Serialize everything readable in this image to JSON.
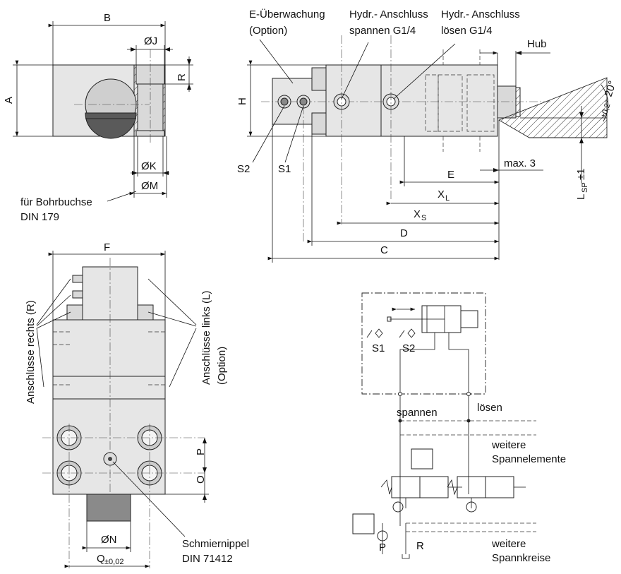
{
  "view_top_left": {
    "dim_B": "B",
    "dim_A": "A",
    "dim_R": "R",
    "dim_J": "ØJ",
    "dim_K": "ØK",
    "dim_M": "ØM",
    "note_line1": "für Bohrbuchse",
    "note_line2": "DIN 179"
  },
  "view_top_right": {
    "e_monitor_line1": "E-Überwachung",
    "e_monitor_line2": "(Option)",
    "hydr_clamp_line1": "Hydr.- Anschluss",
    "hydr_clamp_line2": "spannen G1/4",
    "hydr_release_line1": "Hydr.- Anschluss",
    "hydr_release_line2": "lösen G1/4",
    "dim_H": "H",
    "dim_hub": "Hub",
    "angle": "20°",
    "angle_tol": "±0,2°",
    "max3": "max. 3",
    "dim_lsp": "L",
    "dim_lsp_sub": "SP",
    "dim_lsp_tol": "±1",
    "s2": "S2",
    "s1": "S1",
    "dim_E": "E",
    "dim_XL": "X",
    "dim_XL_sub": "L",
    "dim_XS": "X",
    "dim_XS_sub": "S",
    "dim_D": "D",
    "dim_C": "C"
  },
  "view_bottom_left": {
    "dim_F": "F",
    "right_ports": "Anschlüsse rechts (R)",
    "left_ports_line1": "Anschlüsse links (L)",
    "left_ports_line2": "(Option)",
    "dim_P": "P",
    "dim_O": "O",
    "dim_N": "ØN",
    "dim_Q": "Q",
    "dim_Q_tol": "±0,02",
    "grease_line1": "Schmiernippel",
    "grease_line2": "DIN 71412"
  },
  "schematic": {
    "s1": "S1",
    "s2": "S2",
    "clamp": "spannen",
    "release": "lösen",
    "more_elements_line1": "weitere",
    "more_elements_line2": "Spannelemente",
    "more_circuits_line1": "weitere",
    "more_circuits_line2": "Spannkreise",
    "p": "P",
    "r": "R"
  }
}
